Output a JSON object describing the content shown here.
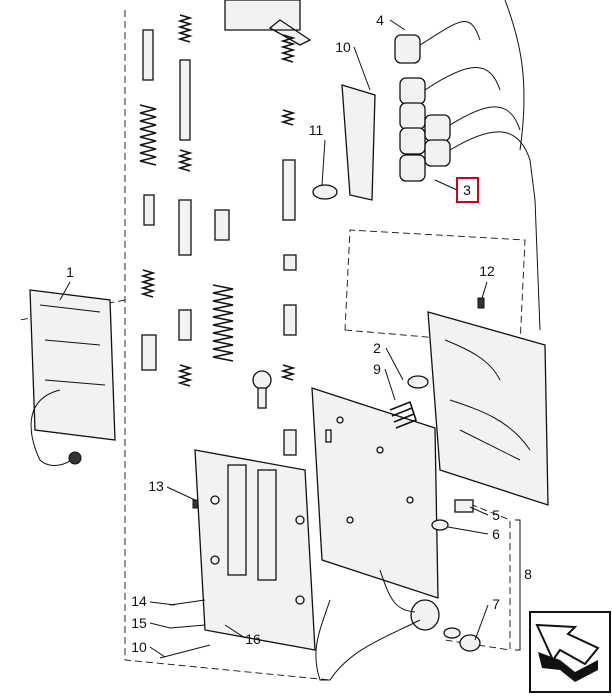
{
  "diagram": {
    "callouts": [
      {
        "id": "4",
        "label": "4"
      },
      {
        "id": "10a",
        "label": "10"
      },
      {
        "id": "11",
        "label": "11"
      },
      {
        "id": "3",
        "label": "3",
        "highlighted": true,
        "highlight_color": "#d0021b"
      },
      {
        "id": "1",
        "label": "1"
      },
      {
        "id": "12",
        "label": "12"
      },
      {
        "id": "2",
        "label": "2"
      },
      {
        "id": "9",
        "label": "9"
      },
      {
        "id": "13",
        "label": "13"
      },
      {
        "id": "5",
        "label": "5"
      },
      {
        "id": "6",
        "label": "6"
      },
      {
        "id": "8",
        "label": "8"
      },
      {
        "id": "14",
        "label": "14"
      },
      {
        "id": "7",
        "label": "7"
      },
      {
        "id": "15",
        "label": "15"
      },
      {
        "id": "10b",
        "label": "10"
      },
      {
        "id": "16",
        "label": "16"
      }
    ],
    "nav_icon": "arrow-back-icon"
  }
}
